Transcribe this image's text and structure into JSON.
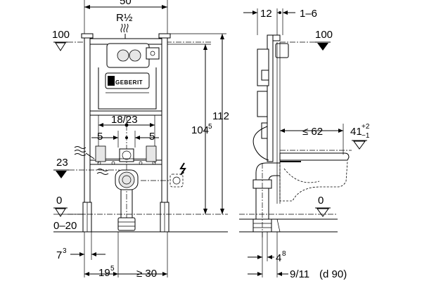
{
  "front_view": {
    "width_label": "50",
    "pipe_thread_label": "R½",
    "level_100_label": "100",
    "level_23_label": "23",
    "level_0_label": "0",
    "floor_range_label": "0–20",
    "brand_label": "GEBERIT",
    "center_span_label": "18/23",
    "left_offset_label": "5",
    "right_offset_label": "5",
    "height_112_label": "112",
    "height_104_label": "104",
    "height_104_sup": "5",
    "bottom_73_label": "7",
    "bottom_73_sup": "3",
    "bottom_195_label": "19",
    "bottom_195_sup": "5",
    "bottom_30_label": "≥ 30"
  },
  "side_view": {
    "top_12_label": "12",
    "top_range_label": "1–6",
    "level_100_label": "100",
    "depth_62_label": "≤ 62",
    "height_41_label": "41",
    "height_41_tol_plus": "+2",
    "height_41_tol_minus": "−1",
    "level_0_label": "0",
    "bottom_48_label": "4",
    "bottom_48_sup": "8",
    "bottom_911_label": "9/11",
    "pipe_d90_label": "(d 90)"
  }
}
